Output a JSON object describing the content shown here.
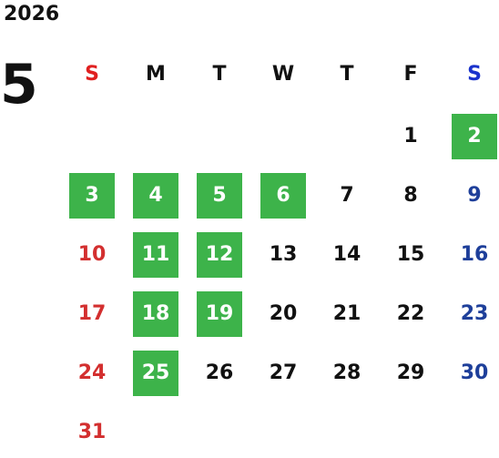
{
  "year": "2026",
  "month": "5",
  "weekdays": [
    "S",
    "M",
    "T",
    "W",
    "T",
    "F",
    "S"
  ],
  "weekday_colors": [
    "#e02020",
    "#111111",
    "#111111",
    "#111111",
    "#111111",
    "#111111",
    "#1a33cc"
  ],
  "colors": {
    "sunday": "#d32f2f",
    "saturday": "#1e3f9a",
    "weekday": "#111111",
    "holiday_bg": "#3db34a",
    "holiday_text": "#ffffff"
  },
  "weeks": [
    [
      null,
      null,
      null,
      null,
      null,
      "1",
      "2"
    ],
    [
      "3",
      "4",
      "5",
      "6",
      "7",
      "8",
      "9"
    ],
    [
      "10",
      "11",
      "12",
      "13",
      "14",
      "15",
      "16"
    ],
    [
      "17",
      "18",
      "19",
      "20",
      "21",
      "22",
      "23"
    ],
    [
      "24",
      "25",
      "26",
      "27",
      "28",
      "29",
      "30"
    ],
    [
      "31",
      null,
      null,
      null,
      null,
      null,
      null
    ]
  ],
  "highlighted_days": [
    "2",
    "3",
    "4",
    "5",
    "6",
    "11",
    "12",
    "18",
    "19",
    "25"
  ]
}
